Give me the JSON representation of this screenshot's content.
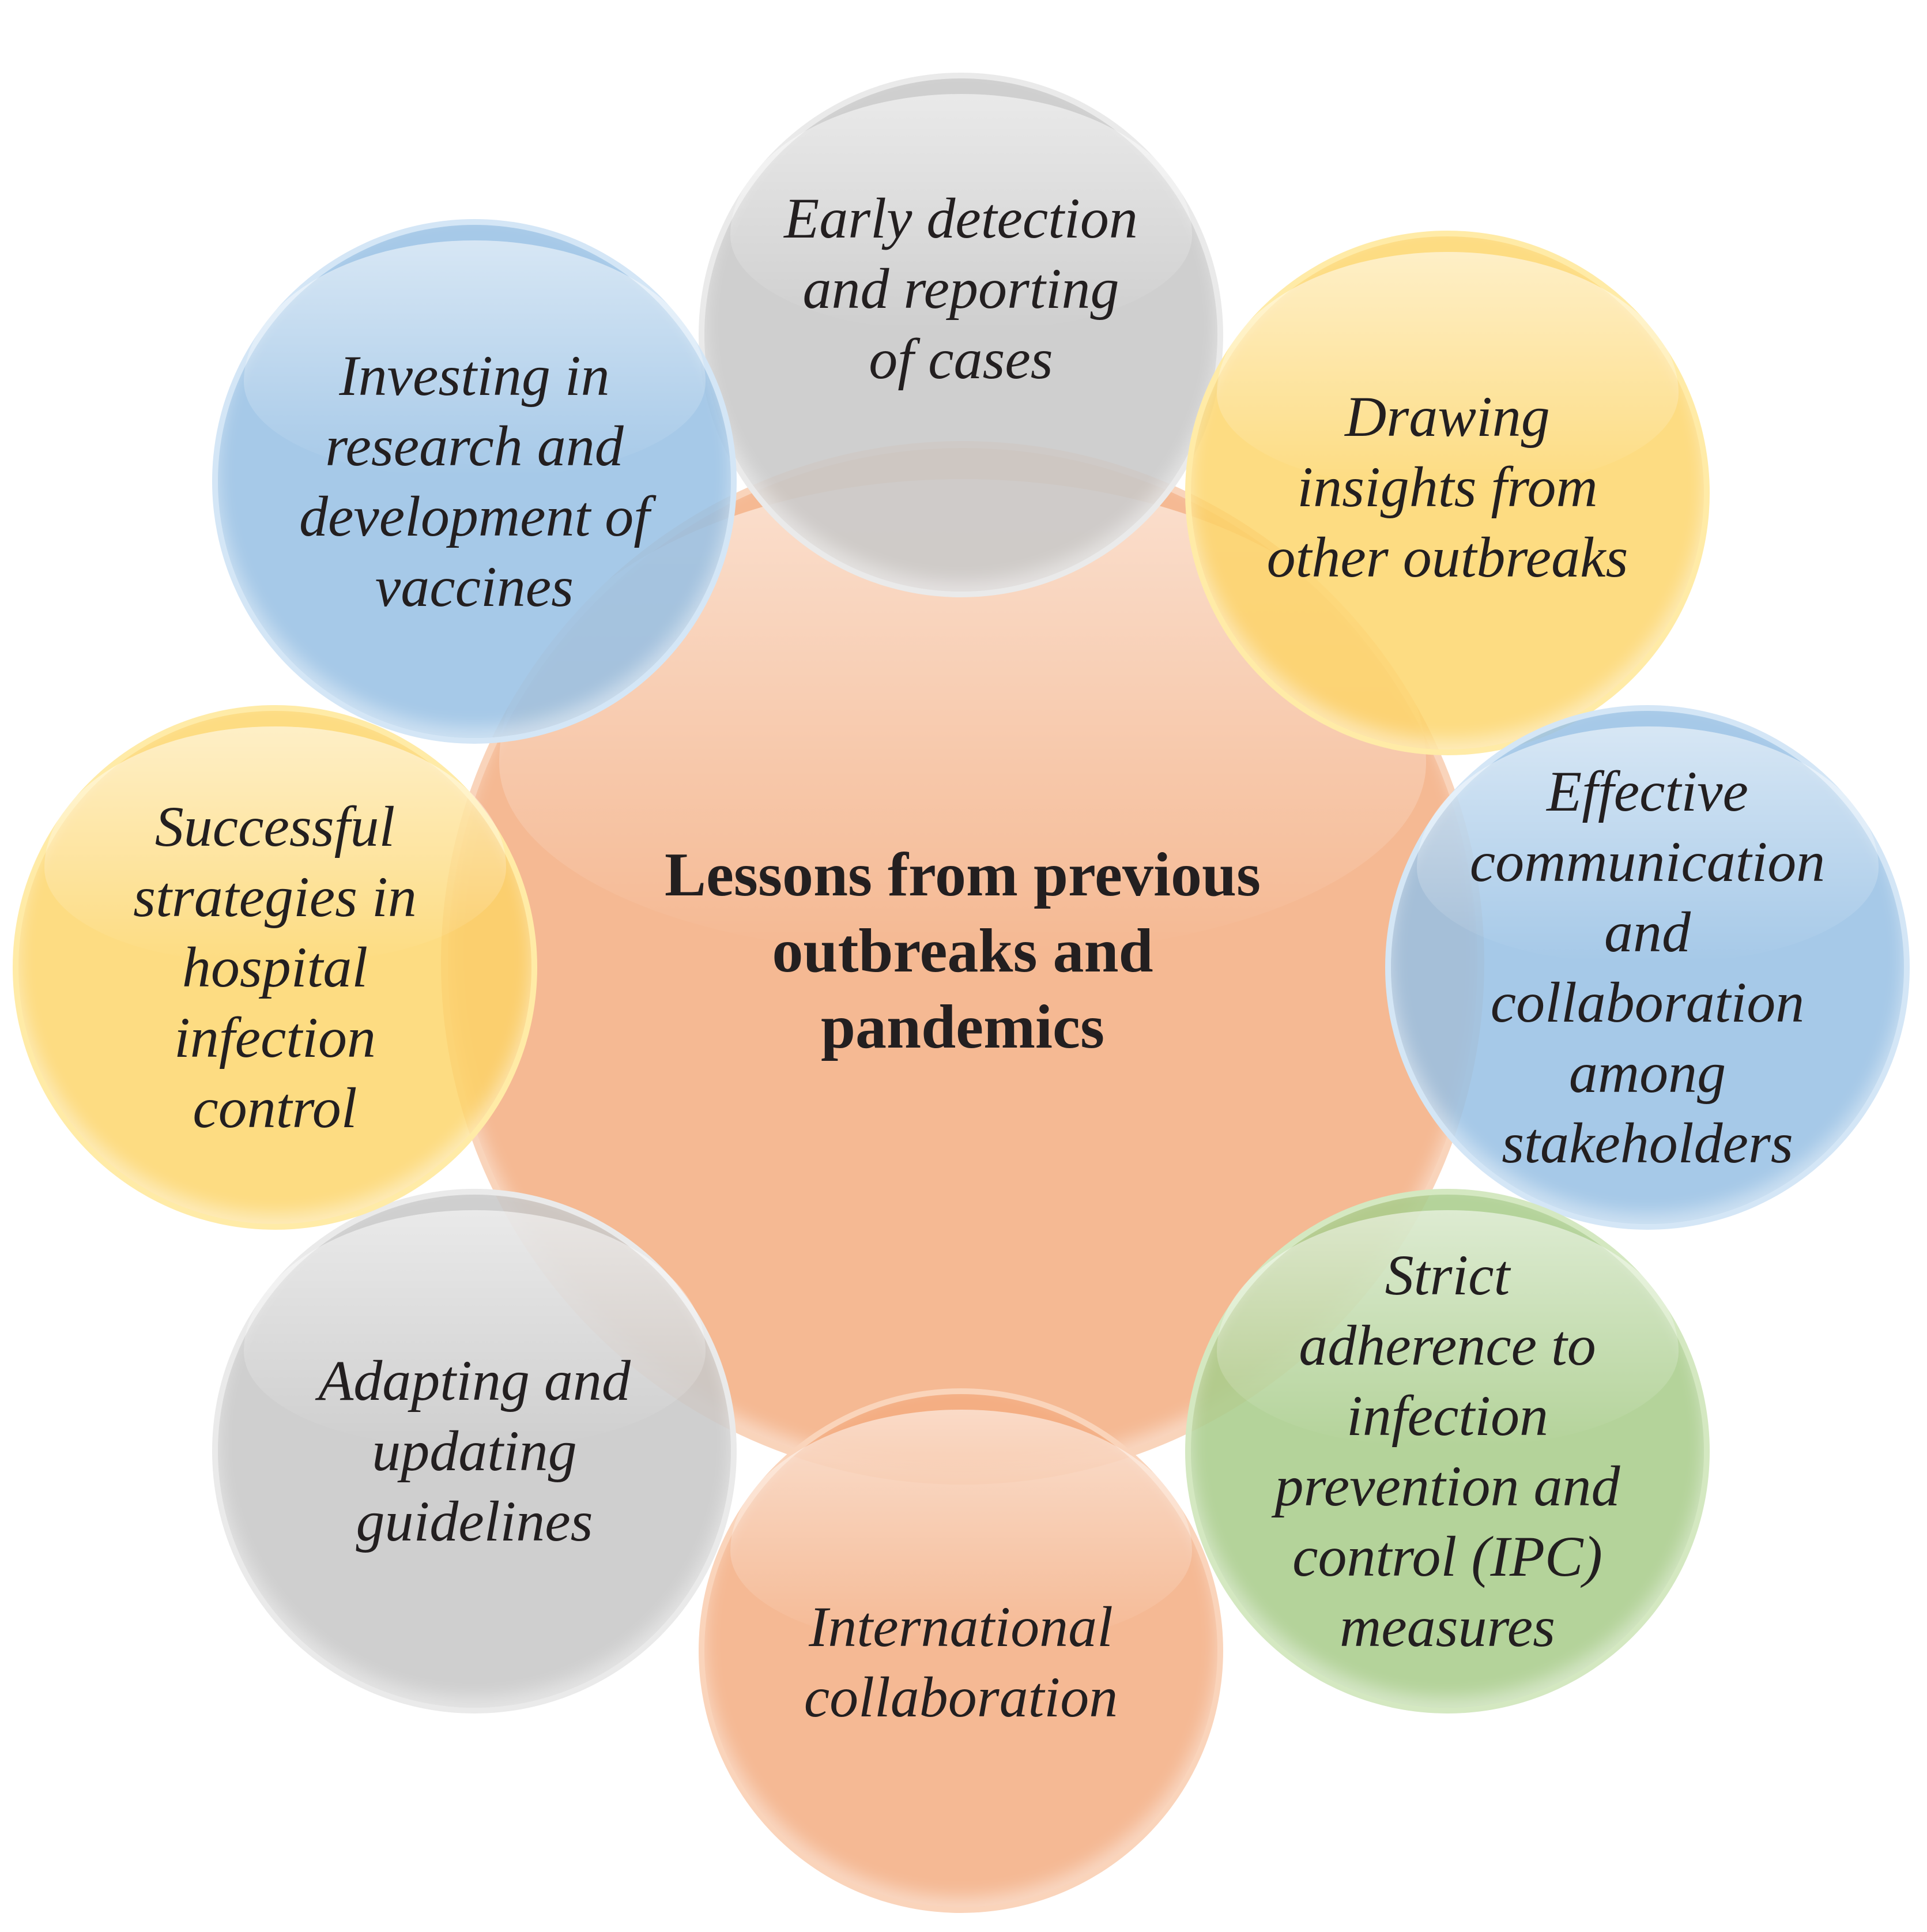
{
  "center": {
    "title": "Lessons from previous\noutbreaks and\npandemics",
    "color": "#f3a878"
  },
  "nodes": [
    {
      "label": "Early detection\nand reporting\nof cases",
      "color": "#c8c8c8"
    },
    {
      "label": "Drawing\ninsights from\nother outbreaks",
      "color": "#fdd466"
    },
    {
      "label": "Effective\ncommunication\nand\ncollaboration\namong\nstakeholders",
      "color": "#96c0e4"
    },
    {
      "label": "Strict\nadherence to\ninfection\nprevention and\ncontrol (IPC)\nmeasures",
      "color": "#aacd8c"
    },
    {
      "label": "International\ncollaboration",
      "color": "#f3ac80"
    },
    {
      "label": "Adapting and\nupdating\nguidelines",
      "color": "#c8c8c8"
    },
    {
      "label": "Successful\nstrategies in\nhospital\ninfection\ncontrol",
      "color": "#fdd466"
    },
    {
      "label": "Investing in\nresearch and\ndevelopment of\nvaccines",
      "color": "#96c0e4"
    }
  ]
}
